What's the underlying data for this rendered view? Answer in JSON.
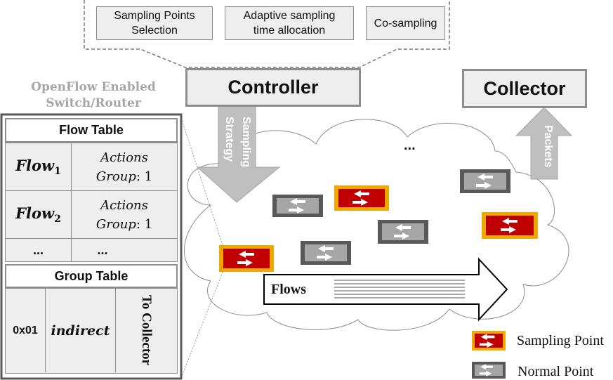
{
  "controller_functions": [
    {
      "label": "Sampling Points\nSelection"
    },
    {
      "label": "Adaptive sampling\ntime allocation"
    },
    {
      "label": "Co-sampling"
    }
  ],
  "controller": {
    "label": "Controller"
  },
  "collector": {
    "label": "Collector"
  },
  "switch": {
    "title": "OpenFlow Enabled\nSwitch/Router"
  },
  "flow_table": {
    "header": "Flow Table",
    "rows": [
      {
        "flow": "Flow",
        "sub": "1",
        "action_word": "Actions",
        "group_word": "Group",
        "group_value": ": 1"
      },
      {
        "flow": "Flow",
        "sub": "2",
        "action_word": "Actions",
        "group_word": "Group",
        "group_value": ": 1"
      }
    ],
    "ellipsis": "..."
  },
  "group_table": {
    "header": "Group Table",
    "id": "0x01",
    "type": "indirect",
    "target": "To Collector"
  },
  "arrows": {
    "strategy": "Sampling Strategy",
    "packets": "Packets"
  },
  "network": {
    "flows_label": "Flows",
    "ellipsis": "..."
  },
  "legend": {
    "sampling": "Sampling Point",
    "normal": "Normal Point"
  },
  "colors": {
    "sampling_fill": "#c00000",
    "sampling_border": "#f0a800",
    "normal_fill": "#a6a6a6",
    "normal_border": "#595959",
    "box_fill": "#eeeeee",
    "box_border": "#8d8d8d"
  }
}
